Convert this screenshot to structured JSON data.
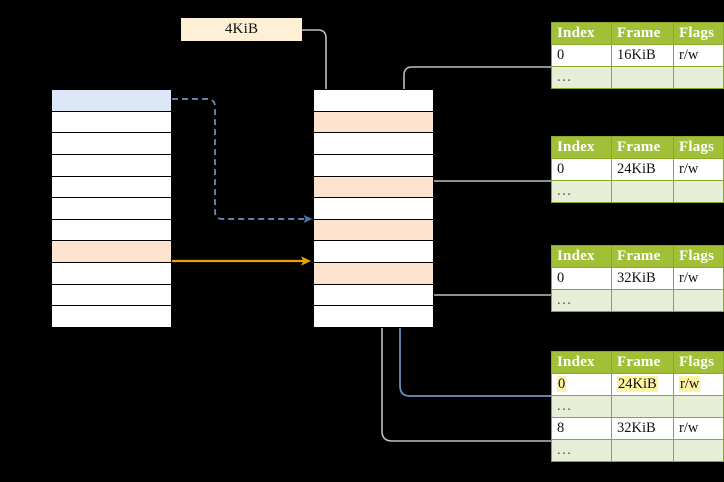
{
  "diagram": {
    "title": "Multi-level page table address translation",
    "background": "#000000",
    "palette": {
      "table_header_green": "#a2c037",
      "table_border_green": "#8aa82a",
      "ellipsis_row": "#e7eed6",
      "highlight_yellow": "#fdf3a0",
      "row_orange": "#fde3cd",
      "row_blue": "#dce8f8",
      "arrow_blue": "#6d93c7",
      "arrow_orange": "#e8a200",
      "arrow_gray": "#bfbfbf",
      "size_box_bg": "#fdf0d5"
    }
  },
  "size_label": {
    "text": "4KiB"
  },
  "left_column": {
    "name": "virtual-address-space",
    "row_count": 11,
    "rows": [
      {
        "fill": "blue",
        "label": ""
      },
      {
        "fill": "white",
        "label": ""
      },
      {
        "fill": "white",
        "label": ""
      },
      {
        "fill": "white",
        "label": ""
      },
      {
        "fill": "white",
        "label": ""
      },
      {
        "fill": "white",
        "label": ""
      },
      {
        "fill": "white",
        "label": ""
      },
      {
        "fill": "orange",
        "label": ""
      },
      {
        "fill": "white",
        "label": ""
      },
      {
        "fill": "white",
        "label": ""
      },
      {
        "fill": "white",
        "label": ""
      }
    ]
  },
  "middle_column": {
    "name": "physical-memory",
    "row_count": 11,
    "rows": [
      {
        "fill": "white",
        "label": ""
      },
      {
        "fill": "orange",
        "label": ""
      },
      {
        "fill": "white",
        "label": ""
      },
      {
        "fill": "white",
        "label": ""
      },
      {
        "fill": "orange",
        "label": ""
      },
      {
        "fill": "white",
        "label": ""
      },
      {
        "fill": "orange",
        "label": ""
      },
      {
        "fill": "white",
        "label": ""
      },
      {
        "fill": "orange",
        "label": ""
      },
      {
        "fill": "white",
        "label": ""
      },
      {
        "fill": "white",
        "label": ""
      }
    ]
  },
  "page_tables": [
    {
      "name": "page-table-1",
      "headers": [
        "Index",
        "Frame",
        "Flags"
      ],
      "rows": [
        {
          "kind": "data",
          "cells": [
            "0",
            "16KiB",
            "r/w"
          ],
          "highlight": [
            false,
            false,
            false
          ]
        },
        {
          "kind": "ellipsis",
          "cells": [
            "...",
            "",
            ""
          ],
          "highlight": [
            false,
            false,
            false
          ]
        }
      ]
    },
    {
      "name": "page-table-2",
      "headers": [
        "Index",
        "Frame",
        "Flags"
      ],
      "rows": [
        {
          "kind": "data",
          "cells": [
            "0",
            "24KiB",
            "r/w"
          ],
          "highlight": [
            false,
            false,
            false
          ]
        },
        {
          "kind": "ellipsis",
          "cells": [
            "...",
            "",
            ""
          ],
          "highlight": [
            false,
            false,
            false
          ]
        }
      ]
    },
    {
      "name": "page-table-3",
      "headers": [
        "Index",
        "Frame",
        "Flags"
      ],
      "rows": [
        {
          "kind": "data",
          "cells": [
            "0",
            "32KiB",
            "r/w"
          ],
          "highlight": [
            false,
            false,
            false
          ]
        },
        {
          "kind": "ellipsis",
          "cells": [
            "...",
            "",
            ""
          ],
          "highlight": [
            false,
            false,
            false
          ]
        }
      ]
    },
    {
      "name": "page-table-4",
      "headers": [
        "Index",
        "Frame",
        "Flags"
      ],
      "rows": [
        {
          "kind": "data",
          "cells": [
            "0",
            "24KiB",
            "r/w"
          ],
          "highlight": [
            true,
            true,
            true
          ]
        },
        {
          "kind": "ellipsis",
          "cells": [
            "...",
            "",
            ""
          ],
          "highlight": [
            false,
            false,
            false
          ]
        },
        {
          "kind": "data",
          "cells": [
            "8",
            "32KiB",
            "r/w"
          ],
          "highlight": [
            false,
            false,
            false
          ]
        },
        {
          "kind": "ellipsis",
          "cells": [
            "...",
            "",
            ""
          ],
          "highlight": [
            false,
            false,
            false
          ]
        }
      ]
    }
  ],
  "connectors": [
    {
      "name": "size-to-frame",
      "color": "#bfbfbf",
      "style": "solid"
    },
    {
      "name": "virtual-page-to-frame",
      "color": "#6d93c7",
      "style": "dashed"
    },
    {
      "name": "virtual-page-to-frame-orange",
      "color": "#e8a200",
      "style": "solid"
    },
    {
      "name": "table1-to-frame",
      "color": "#bfbfbf",
      "style": "solid"
    },
    {
      "name": "table2-to-frame",
      "color": "#bfbfbf",
      "style": "solid"
    },
    {
      "name": "table3-to-frame",
      "color": "#bfbfbf",
      "style": "solid"
    },
    {
      "name": "table4-row1-to-frame",
      "color": "#6d93c7",
      "style": "solid"
    },
    {
      "name": "table4-row3-to-frame",
      "color": "#bfbfbf",
      "style": "solid"
    }
  ]
}
